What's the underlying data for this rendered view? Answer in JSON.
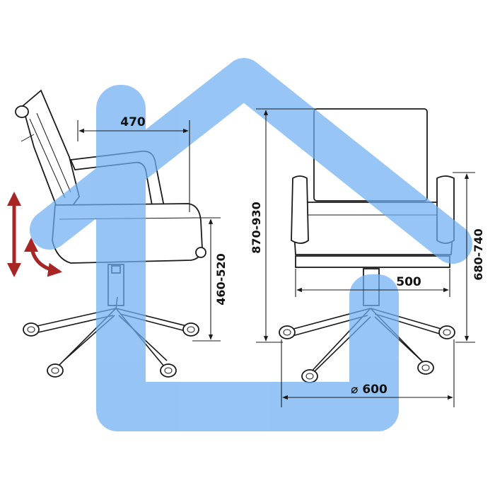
{
  "dimensions": {
    "back_depth": "470",
    "overall_height": "870-930",
    "seat_height": "460-520",
    "arm_height": "680-740",
    "seat_width": "500",
    "base_diameter": "⌀ 600"
  },
  "colors": {
    "logo_blue": "#6fb0f2",
    "arrow_red": "#a82525",
    "line": "#1a1a1a"
  },
  "icons": {
    "logo": "house-logo-icon",
    "height_adjust": "vertical-double-arrow-icon",
    "tilt_adjust": "curved-arrow-icon"
  }
}
